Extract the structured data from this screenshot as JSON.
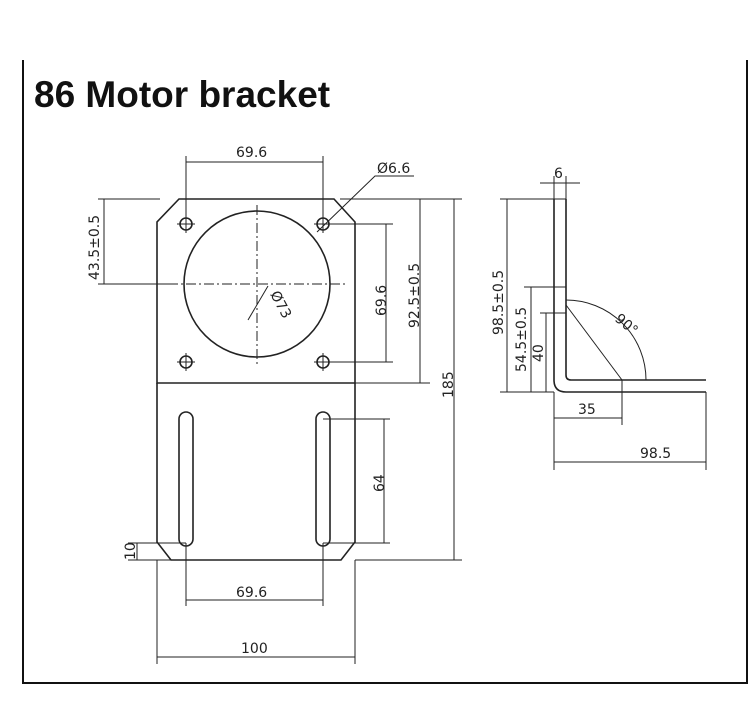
{
  "title": "86 Motor bracket",
  "front_view": {
    "hole_spacing_top": "69.6",
    "hole_diameter": "Ø6.6",
    "hole_offset_vertical": "43.5±0.5",
    "hole_spacing_vertical": "69.6",
    "plate_height_upper": "92.5±0.5",
    "bore_diameter": "Ø73",
    "total_height": "185",
    "slot_length": "64",
    "slot_offset_bottom": "10",
    "slot_spacing": "69.6",
    "plate_width": "100"
  },
  "side_view": {
    "thickness": "6",
    "height_total": "98.5±0.5",
    "height_mid": "54.5±0.5",
    "height_small": "40",
    "angle": "90°",
    "base_short": "35",
    "base_long": "98.5"
  }
}
